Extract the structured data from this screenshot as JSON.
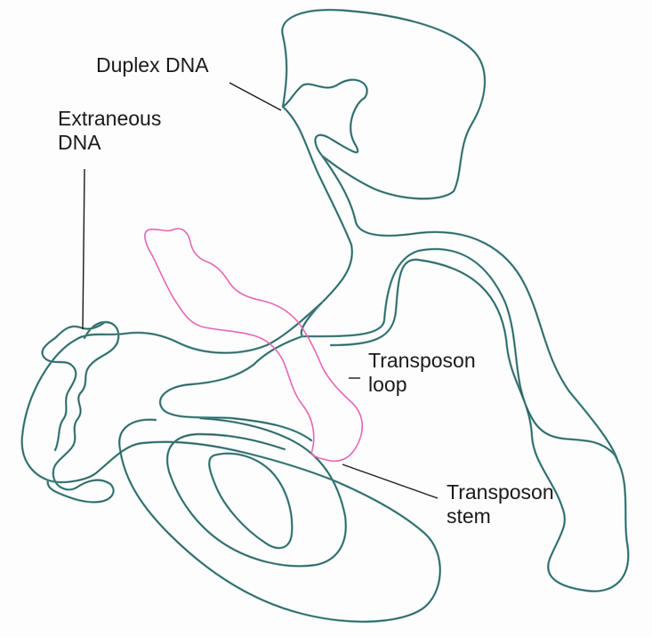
{
  "labels": {
    "duplex_dna": "Duplex DNA",
    "extraneous_dna": [
      "Extraneous",
      "DNA"
    ],
    "transposon_loop": [
      "Transposon",
      "loop"
    ],
    "transposon_stem": [
      "Transposon",
      "stem"
    ]
  },
  "colors": {
    "duplex_strand": "#4f9a98",
    "duplex_strand_core": "#2f4f4f",
    "transposon_loop_strand": "#e566b4",
    "leader_line": "#1a1a1a",
    "background": "#fdfdfd"
  }
}
